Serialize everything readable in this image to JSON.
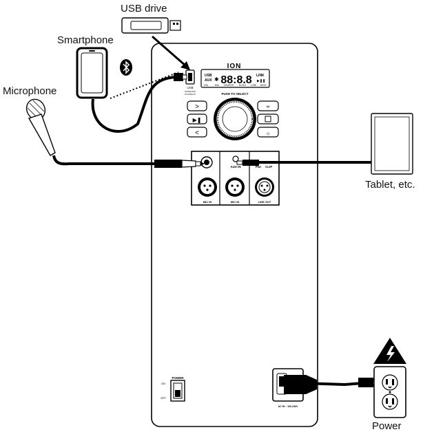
{
  "labels": {
    "usb_drive": "USB drive",
    "smartphone": "Smartphone",
    "microphone": "Microphone",
    "tablet": "Tablet, etc.",
    "power": "Power"
  },
  "speaker": {
    "brand": "ION",
    "display_digits": "88:8.8",
    "usb_label": "USB",
    "aux_label": "AUX",
    "link_label": "LINK",
    "play_pause_glyph": "▶❚❚",
    "display_bottom_labels": [
      "VOL",
      "MIC",
      "SOURCE",
      "ECHO",
      "LOW",
      "HIGH"
    ],
    "push_to_select": "PUSH TO SELECT",
    "usb_port_label": "USB",
    "usb_charging_label": "CHARGING",
    "usb_playback_label": "PLAYBACK",
    "aux_in_label": "AUX IN",
    "pwr_label": "Pwr",
    "clip_label": "CLIP",
    "xlr_labels": [
      "MIC IN",
      "MIC IN",
      "LINE OUT"
    ],
    "power_label": "POWER",
    "on_label": "ON",
    "off_label": "OFF",
    "power_inlet_label": "AC IN ~ 100-240V"
  },
  "colors": {
    "ink": "#000000",
    "paper": "#ffffff",
    "gray_fill": "#e8e8e8"
  },
  "icons": [
    "usb-drive-icon",
    "smartphone-icon",
    "bluetooth-icon",
    "microphone-icon",
    "tablet-icon",
    "power-outlet-icon",
    "high-voltage-icon"
  ]
}
